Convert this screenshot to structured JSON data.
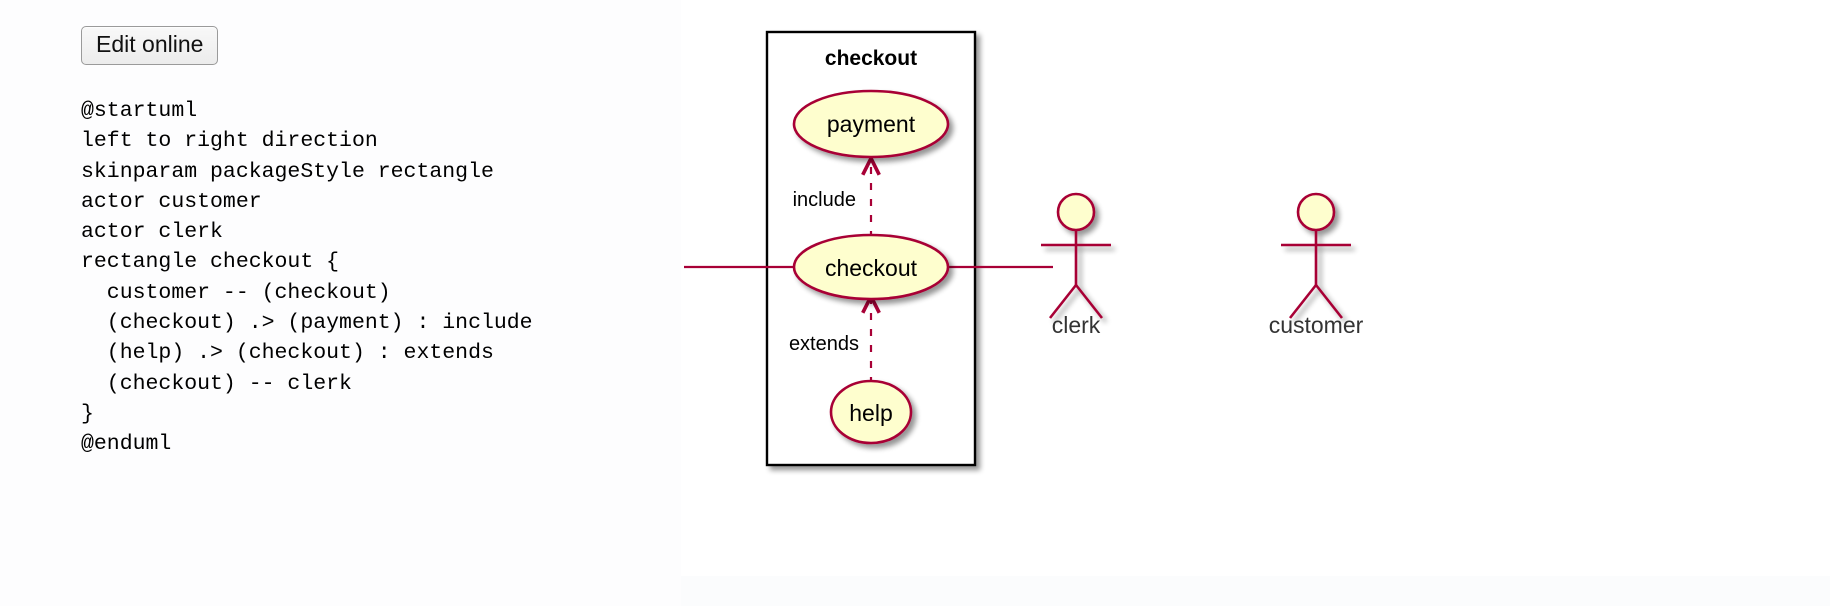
{
  "toolbar": {
    "edit_online_label": "Edit online"
  },
  "code": {
    "language": "plantuml",
    "lines": [
      "@startuml",
      "left to right direction",
      "skinparam packageStyle rectangle",
      "actor customer",
      "actor clerk",
      "rectangle checkout {",
      "  customer -- (checkout)",
      "  (checkout) .> (payment) : include",
      "  (help) .> (checkout) : extends",
      "  (checkout) -- clerk",
      "}",
      "@enduml"
    ]
  },
  "diagram": {
    "type": "uml-use-case",
    "package": {
      "name": "checkout",
      "style": "rectangle"
    },
    "actors": [
      {
        "id": "customer",
        "label": "customer",
        "side": "left"
      },
      {
        "id": "clerk",
        "label": "clerk",
        "side": "right"
      }
    ],
    "use_cases": [
      {
        "id": "payment",
        "label": "payment"
      },
      {
        "id": "checkout",
        "label": "checkout"
      },
      {
        "id": "help",
        "label": "help"
      }
    ],
    "relations": [
      {
        "from": "customer",
        "to": "checkout",
        "kind": "association",
        "label": ""
      },
      {
        "from": "checkout",
        "to": "payment",
        "kind": "dependency",
        "label": "include"
      },
      {
        "from": "help",
        "to": "checkout",
        "kind": "dependency",
        "label": "extends"
      },
      {
        "from": "checkout",
        "to": "clerk",
        "kind": "association",
        "label": ""
      }
    ],
    "colors": {
      "usecase_fill": "#FEFECE",
      "usecase_stroke": "#A80036",
      "actor_stroke": "#A80036",
      "actor_head_fill": "#FEFECE",
      "package_stroke": "#000000",
      "package_fill": "#FFFFFF",
      "link_stroke": "#A80036",
      "label_text": "#000000",
      "shadow": "#808080"
    }
  }
}
